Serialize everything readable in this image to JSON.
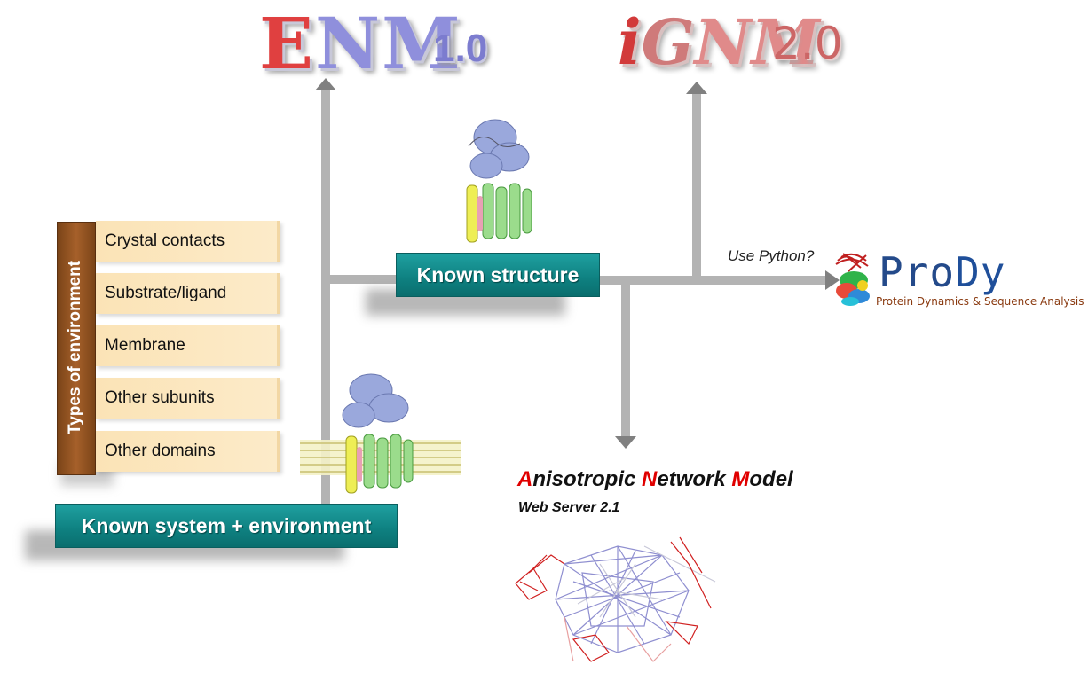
{
  "logos": {
    "enm_E": "E",
    "enm_N": "N",
    "enm_M": "M",
    "enm_version": "1.0",
    "ignm_i": "i",
    "ignm_G": "G",
    "ignm_N": "N",
    "ignm_M": "M",
    "ignm_version": "2.0",
    "prody_name_pro": "Pro",
    "prody_name_dy": "Dy",
    "prody_tagline": "Protein Dynamics & Sequence Analysis"
  },
  "boxes": {
    "known_structure": "Known structure",
    "known_system": "Known system + environment"
  },
  "environment": {
    "title": "Types of environment",
    "items": [
      "Crystal contacts",
      "Substrate/ligand",
      "Membrane",
      "Other subunits",
      "Other domains"
    ]
  },
  "anm": {
    "cap_a": "A",
    "rest_a": "nisotropic ",
    "cap_n": "N",
    "rest_n": "etwork ",
    "cap_m": "M",
    "rest_m": "odel",
    "subtitle": "Web Server 2.1"
  },
  "labels": {
    "use_python": "Use Python?"
  },
  "colors": {
    "teal": "#0e8080",
    "brown": "#a6602a",
    "beige": "#fbe3b6",
    "red": "#e00000",
    "connector": "#b3b3b3"
  }
}
